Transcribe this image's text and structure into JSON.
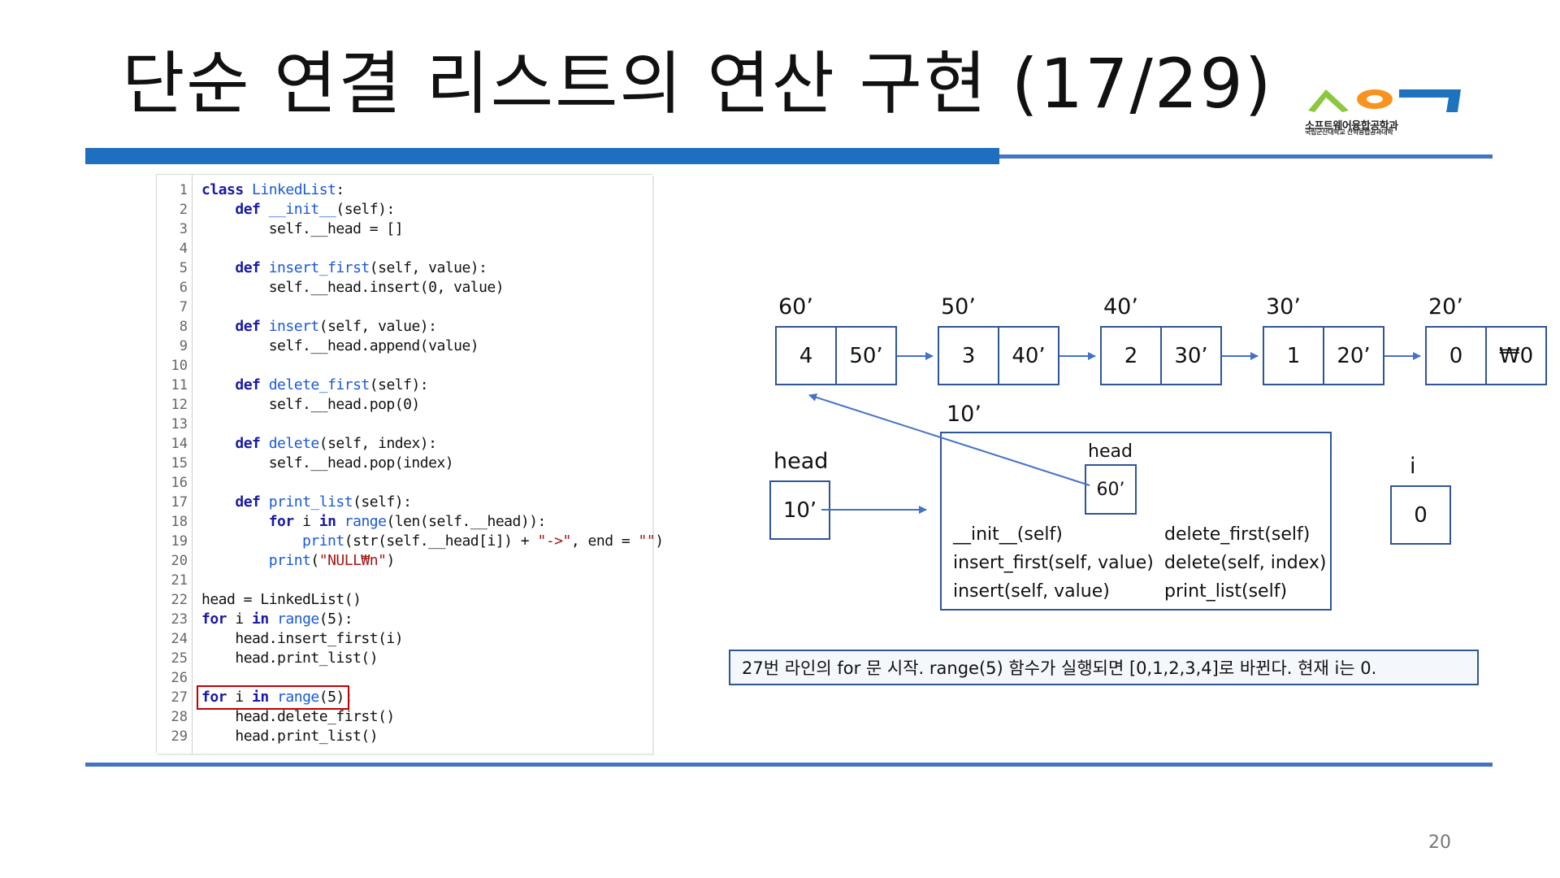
{
  "slide": {
    "title": "단순 연결 리스트의 연산 구현 (17/29)",
    "page_number": "20",
    "logo": {
      "line1": "소프트웨어융합공학과",
      "line2": "국립군산대학교 산학융합공과대학"
    },
    "colors": {
      "accent": "#1f6fc0",
      "rule": "#4472c4",
      "box_border": "#2f5597",
      "highlight": "#c00000",
      "logo_green": "#8dc63f",
      "logo_orange": "#f7931e",
      "logo_blue": "#1e73be"
    }
  },
  "code": {
    "line_numbers": [
      "1",
      "2",
      "3",
      "4",
      "5",
      "6",
      "7",
      "8",
      "9",
      "10",
      "11",
      "12",
      "13",
      "14",
      "15",
      "16",
      "17",
      "18",
      "19",
      "20",
      "21",
      "22",
      "23",
      "24",
      "25",
      "26",
      "27",
      "28",
      "29"
    ],
    "t": {
      "class": "class",
      "def": "def",
      "for": "for",
      "in": "in",
      "LinkedList": "LinkedList",
      "colon": ":",
      "init": "__init__",
      "insert_first": "insert_first",
      "insert": "insert",
      "delete_first": "delete_first",
      "delete": "delete",
      "print_list": "print_list",
      "self_p": "(self):",
      "self_value_p": "(self, value):",
      "self_index_p": "(self, index):",
      "l3": "self.__head = []",
      "l6": "self.__head.insert(0, value)",
      "l9": "self.__head.append(value)",
      "l12": "self.__head.pop(0)",
      "l15": "self.__head.pop(index)",
      "i": "i",
      "range": "range",
      "l18_rest": "(len(self.__head)):",
      "print": "print",
      "l19_mid": "(str(self.__head[i]) + ",
      "l19_str": "\"->\"",
      "l19_end": ", end = ",
      "l19_empty": "\"\"",
      "l19_close": ")",
      "l20_str": "\"NULL₩n\"",
      "paren_open": "(",
      "l22": "head = LinkedList()",
      "range5": "(5):",
      "l24": "head.insert_first(i)",
      "l25": "head.print_list()",
      "l28": "head.delete_first()",
      "l29": "head.print_list()"
    }
  },
  "diagram": {
    "nodes": [
      {
        "addr": "60’",
        "value": "4",
        "next": "50’"
      },
      {
        "addr": "50’",
        "value": "3",
        "next": "40’"
      },
      {
        "addr": "40’",
        "value": "2",
        "next": "30’"
      },
      {
        "addr": "30’",
        "value": "1",
        "next": "20’"
      },
      {
        "addr": "20’",
        "value": "0",
        "next": "₩0"
      }
    ],
    "head_label": "head",
    "head_value": "10’",
    "object": {
      "addr": "10’",
      "head_label": "head",
      "head_value": "60’",
      "methods_left": [
        "__init__(self)",
        "insert_first(self, value)",
        "insert(self, value)"
      ],
      "methods_right": [
        "delete_first(self)",
        "delete(self, index)",
        "print_list(self)"
      ]
    },
    "i_label": "i",
    "i_value": "0",
    "caption": "27번 라인의 for 문 시작. range(5) 함수가 실행되면 [0,1,2,3,4]로 바뀐다. 현재 i는 0."
  }
}
